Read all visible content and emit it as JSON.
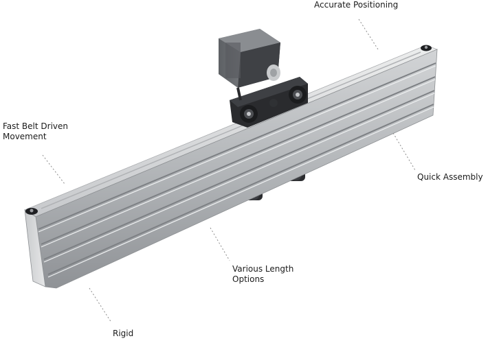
{
  "callouts": {
    "accurate_positioning": "Accurate Positioning",
    "fast_belt_line1": "Fast Belt Driven",
    "fast_belt_line2": "Movement",
    "quick_assembly": "Quick Assembly",
    "various_length_line1": "Various Length",
    "various_length_line2": "Options",
    "rigid": "Rigid"
  },
  "colors": {
    "background": "#ffffff",
    "rail_light": "#d9dadc",
    "rail_mid": "#b7b9bc",
    "rail_dark": "#8e9195",
    "motor": "#4a4c50",
    "plate": "#2a2b2e",
    "leader_line": "#8a8a8a"
  },
  "icons": {
    "product": "linear-rail-actuator-render",
    "leaders": "dotted-leader-line"
  }
}
